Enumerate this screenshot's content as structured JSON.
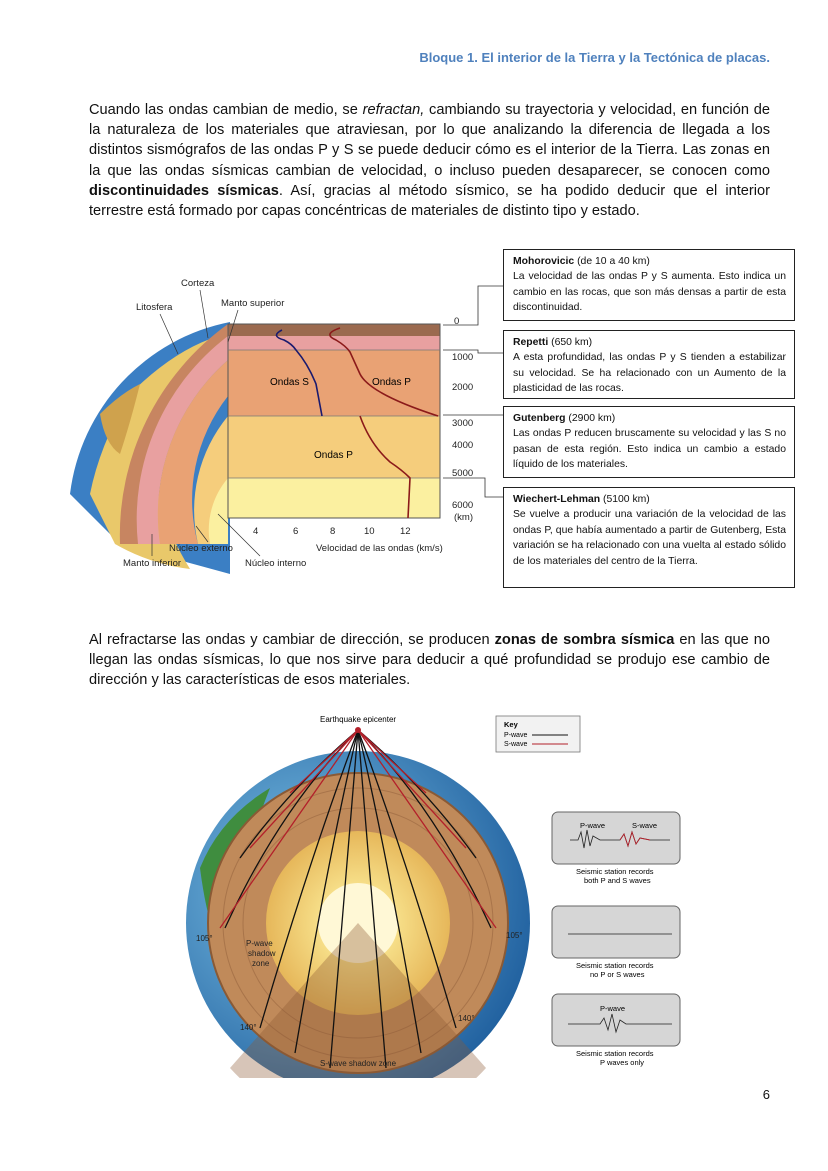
{
  "header": {
    "title": "Bloque 1. El interior de la Tierra y la Tectónica de placas."
  },
  "paragraph1": {
    "t1": "Cuando las ondas cambian de medio, se ",
    "em1": "refractan,",
    "t2": " cambiando su trayectoria y velocidad, en función de la naturaleza de los materiales que atraviesan, por lo que analizando la diferencia de llegada a los distintos sismógrafos de las ondas P y S se puede deducir cómo es el interior de la Tierra. Las zonas en la que las ondas sísmicas cambian de velocidad, o incluso pueden desaparecer, se conocen como ",
    "bold1": "discontinuidades sísmicas",
    "t3": ". Así, gracias al método sísmico, se ha podido deducir que el interior terrestre está formado por capas concéntricas de materiales de distinto tipo y estado."
  },
  "figure1": {
    "labels": {
      "corteza": "Corteza",
      "litosfera": "Litosfera",
      "manto_superior": "Manto superior",
      "manto_inferior": "Manto inferior",
      "nucleo_externo": "Núcleo externo",
      "nucleo_interno": "Núcleo interno",
      "ondas_s": "Ondas S",
      "ondas_p_top": "Ondas P",
      "ondas_p_mid": "Ondas P",
      "x_axis": "Velocidad de las ondas (km/s)",
      "km_unit": "(km)"
    },
    "depth_ticks": [
      "0",
      "1000",
      "2000",
      "3000",
      "4000",
      "5000",
      "6000"
    ],
    "velocity_ticks": [
      "4",
      "6",
      "8",
      "10",
      "12"
    ]
  },
  "boxes": [
    {
      "title": "Mohorovicic",
      "detail": " (de 10 a 40 km)",
      "body": "La velocidad de las ondas P y S aumenta. Esto indica un cambio en las rocas, que son más densas a partir de esta discontinuidad."
    },
    {
      "title": "Repetti",
      "detail": " (650 km)",
      "body": "A esta profundidad, las ondas P y S tienden a estabilizar su velocidad. Se ha relacionado con un Aumento  de la plasticidad de las rocas."
    },
    {
      "title": "Gutenberg",
      "detail": " (2900 km)",
      "body": "Las ondas P reducen bruscamente su velocidad y las S no pasan de esta región. Esto indica un cambio a estado líquido de los materiales."
    },
    {
      "title": "Wiechert-Lehman",
      "detail": " (5100 km)",
      "body": "Se vuelve a producir una variación de la velocidad de las ondas P, que había aumentado a partir de Gutenberg, Esta variación se ha relacionado con una vuelta al estado sólido de los materiales del centro de la Tierra."
    }
  ],
  "paragraph2": {
    "t1": "Al refractarse las ondas y cambiar de dirección, se producen ",
    "bold1": "zonas de sombra sísmica",
    "t2": " en las que no llegan las ondas sísmicas, lo que nos sirve para deducir a qué profundidad se produjo ese cambio de dirección y las características de esos materiales."
  },
  "figure2": {
    "epicenter": "Earthquake epicenter",
    "key_title": "Key",
    "key_p": "P-wave",
    "key_s": "S-wave",
    "angle_105_left": "105°",
    "angle_105_right": "105°",
    "angle_140_left": "140°",
    "angle_140_right": "140°",
    "p_shadow_1": "P-wave",
    "p_shadow_2": "shadow",
    "p_shadow_3": "zone",
    "s_shadow": "S-wave shadow zone",
    "station1": {
      "p": "P-wave",
      "s": "S-wave",
      "cap1": "Seismic station records",
      "cap2": "both P and S waves"
    },
    "station2": {
      "cap1": "Seismic station records",
      "cap2": "no P or S waves"
    },
    "station3": {
      "p": "P-wave",
      "cap1": "Seismic station records",
      "cap2": "P waves only"
    }
  },
  "colors": {
    "header": "#4f81bd",
    "p_wave": "#8b1a1a",
    "s_wave": "#1a1a6e",
    "crust": "#e8a0a0",
    "mantle": "#e9a274",
    "outer_core": "#f5cd7c",
    "inner_core": "#fbf0a0"
  },
  "page_number": "6"
}
